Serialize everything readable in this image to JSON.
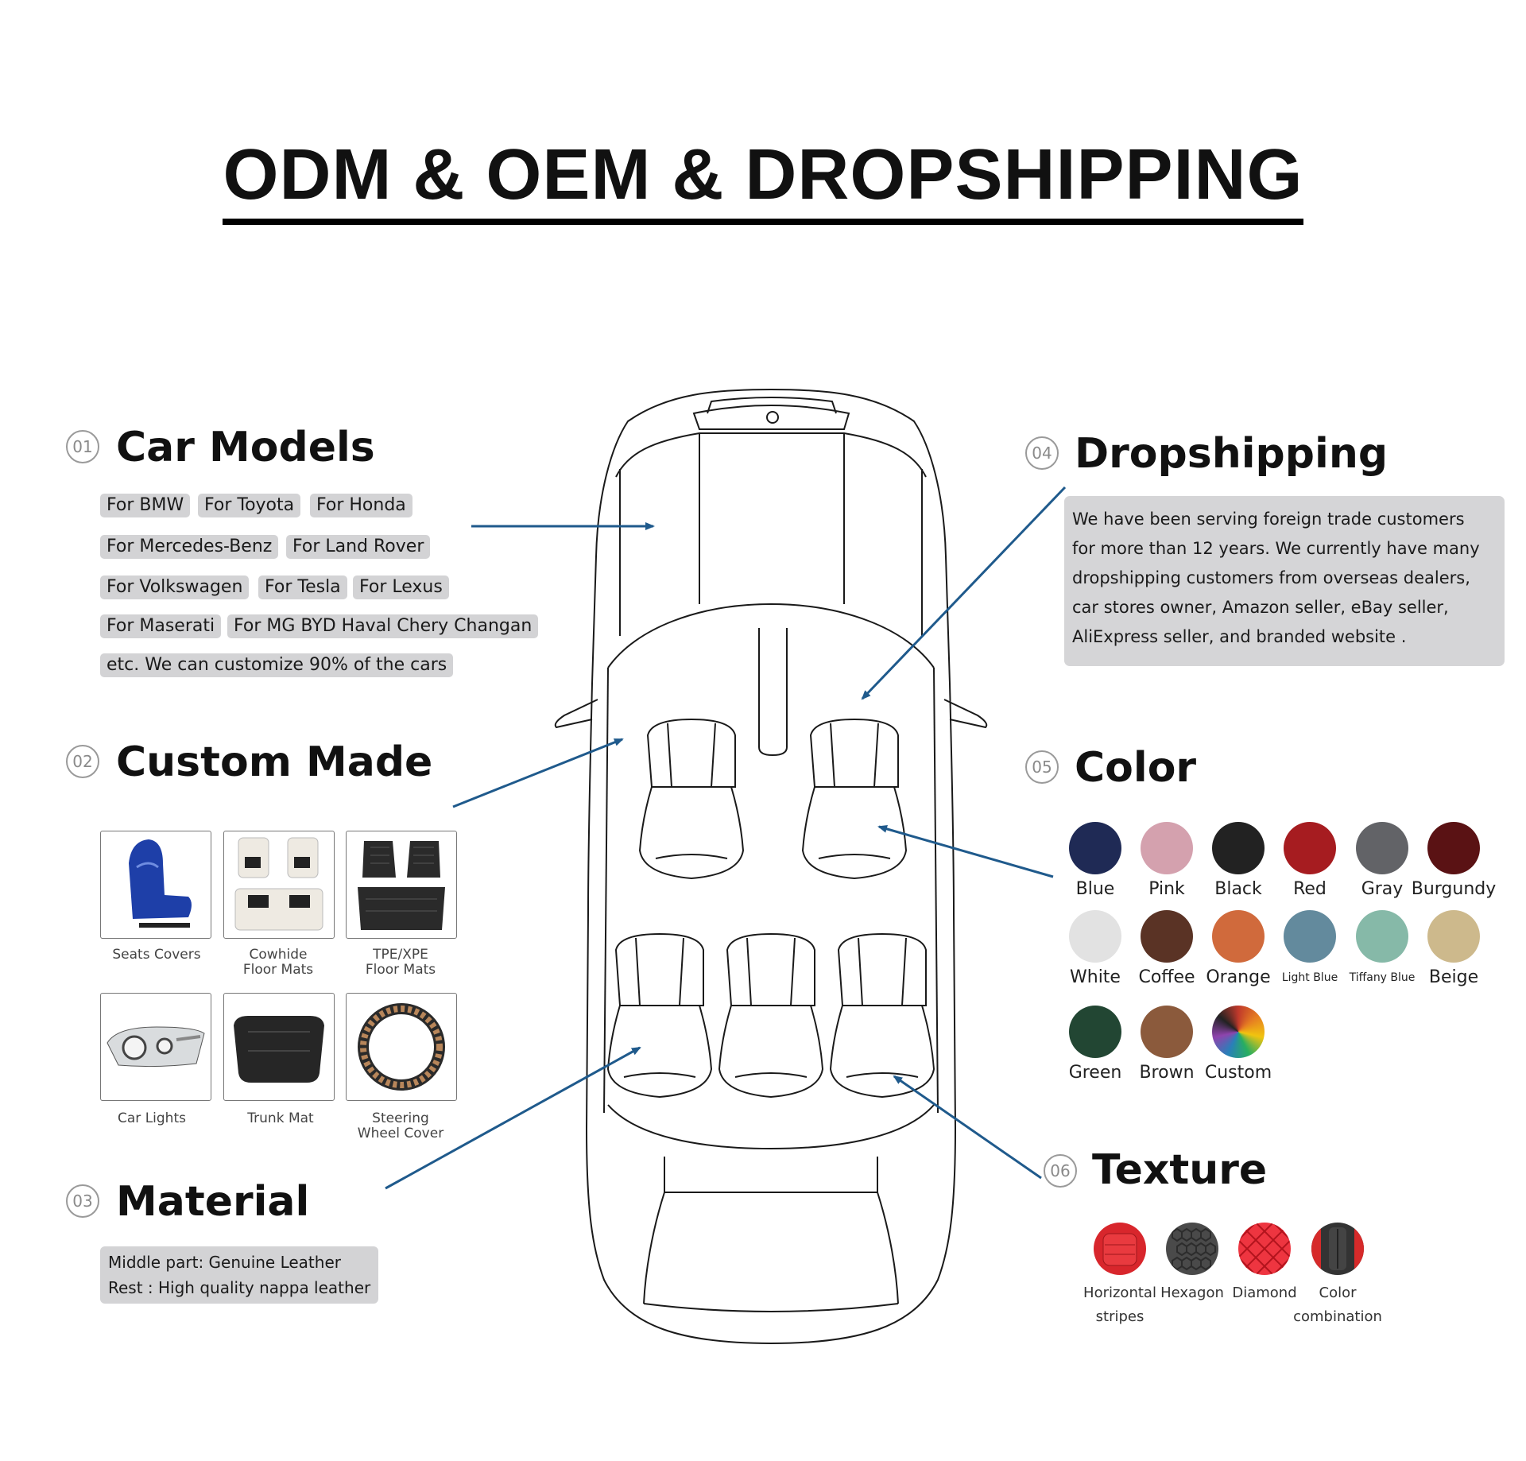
{
  "title": "ODM & OEM & DROPSHIPPING",
  "sections": {
    "car_models": {
      "num": "01",
      "title": "Car Models",
      "tags": [
        "For BMW",
        "For Toyota",
        "For Honda",
        "For Mercedes-Benz",
        "For Land Rover",
        "For Volkswagen",
        "For Tesla",
        "For Lexus",
        "For Maserati",
        "For MG BYD Haval Chery Changan",
        "etc. We can customize 90% of the cars"
      ]
    },
    "custom_made": {
      "num": "02",
      "title": "Custom Made",
      "products": [
        {
          "label_1": "Seats Covers",
          "label_2": "",
          "icon": "seat-cover-icon"
        },
        {
          "label_1": "Cowhide",
          "label_2": "Floor Mats",
          "icon": "cowhide-floor-mats-icon"
        },
        {
          "label_1": "TPE/XPE",
          "label_2": "Floor Mats",
          "icon": "tpe-floor-mats-icon"
        },
        {
          "label_1": "Car Lights",
          "label_2": "",
          "icon": "car-light-icon"
        },
        {
          "label_1": "Trunk Mat",
          "label_2": "",
          "icon": "trunk-mat-icon"
        },
        {
          "label_1": "Steering",
          "label_2": "Wheel Cover",
          "icon": "steering-wheel-cover-icon"
        }
      ]
    },
    "material": {
      "num": "03",
      "title": "Material",
      "line1": "Middle part: Genuine Leather",
      "line2": "Rest : High quality nappa leather"
    },
    "dropshipping": {
      "num": "04",
      "title": "Dropshipping",
      "lines": [
        "We  have been serving foreign trade customers",
        "for more than 12 years. We currently have many",
        "dropshipping customers from overseas dealers,",
        "car stores owner, Amazon seller, eBay seller,",
        "AliExpress seller, and branded website ."
      ]
    },
    "color": {
      "num": "05",
      "title": "Color",
      "swatches": [
        {
          "name": "Blue",
          "hex": "#1f2a55"
        },
        {
          "name": "Pink",
          "hex": "#d4a1ae"
        },
        {
          "name": "Black",
          "hex": "#222222"
        },
        {
          "name": "Red",
          "hex": "#a61c20"
        },
        {
          "name": "Gray",
          "hex": "#626367"
        },
        {
          "name": "Burgundy",
          "hex": "#5a1214"
        },
        {
          "name": "White",
          "hex": "#e2e2e2"
        },
        {
          "name": "Coffee",
          "hex": "#5a3325"
        },
        {
          "name": "Orange",
          "hex": "#d06a3c"
        },
        {
          "name": "Light Blue",
          "hex": "#638a9d"
        },
        {
          "name": "Tiffany Blue",
          "hex": "#86b9a8"
        },
        {
          "name": "Beige",
          "hex": "#cdb98c"
        },
        {
          "name": "Green",
          "hex": "#224633"
        },
        {
          "name": "Brown",
          "hex": "#8b5a3c"
        },
        {
          "name": "Custom",
          "hex": "multicolor"
        }
      ]
    },
    "texture": {
      "num": "06",
      "title": "Texture",
      "items": [
        {
          "label_1": "Horizontal",
          "label_2": "stripes",
          "icon": "horizontal-stripes-texture"
        },
        {
          "label_1": "Hexagon",
          "label_2": "",
          "icon": "hexagon-texture"
        },
        {
          "label_1": "Diamond",
          "label_2": "",
          "icon": "diamond-texture"
        },
        {
          "label_1": "Color",
          "label_2": "combination",
          "icon": "color-combination-texture"
        }
      ]
    }
  },
  "colors": {
    "arrow": "#1f5a8c",
    "tag_bg": "#d3d3d5",
    "text_box_bg": "#d5d5d7"
  }
}
